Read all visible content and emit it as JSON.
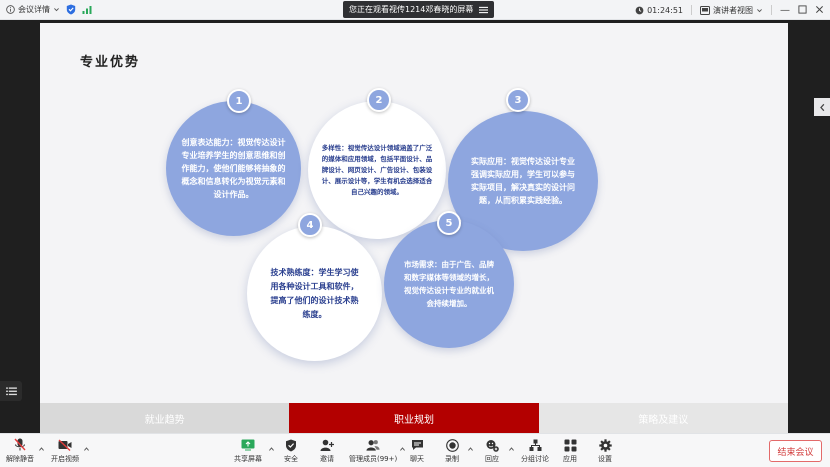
{
  "topbar": {
    "meeting_info": "会议详情",
    "center_banner": "您正在观看视传1214邓春晓的屏幕",
    "timer": "01:24:51",
    "view_mode": "演讲者视图"
  },
  "slide": {
    "title": "专业优势",
    "points": [
      {
        "number": "1",
        "text": "创意表达能力：视觉传达设计专业培养学生的创意思维和创作能力，使他们能够将抽象的概念和信息转化为视觉元素和设计作品。"
      },
      {
        "number": "2",
        "text": "多样性：视觉传达设计领域涵盖了广泛的媒体和应用领域，包括平面设计、品牌设计、网页设计、广告设计、包装设计、展示设计等，学生有机会选择适合自己兴趣的领域。"
      },
      {
        "number": "3",
        "text": "实际应用：视觉传达设计专业强调实际应用，学生可以参与实际项目，解决真实的设计问题，从而积累实践经验。"
      },
      {
        "number": "4",
        "text": "技术熟练度：学生学习使用各种设计工具和软件，提高了他们的设计技术熟练度。"
      },
      {
        "number": "5",
        "text": "市场需求：由于广告、品牌和数字媒体等领域的增长，视觉传达设计专业的就业机会持续增加。"
      }
    ],
    "tabs": [
      "就业趋势",
      "职业规划",
      "策略及建议"
    ]
  },
  "toolbar": {
    "unmute": "解除静音",
    "start_video": "开启视频",
    "share_screen": "共享屏幕",
    "security": "安全",
    "invite": "邀请",
    "members": "管理成员(99+)",
    "chat": "聊天",
    "record": "录制",
    "react": "回应",
    "breakout": "分组讨论",
    "apps": "应用",
    "settings": "设置",
    "end_meeting": "结束会议"
  },
  "colors": {
    "circle_blue": "#8ea6df",
    "accent_red": "#b30000",
    "share_green": "#2aa85a"
  }
}
